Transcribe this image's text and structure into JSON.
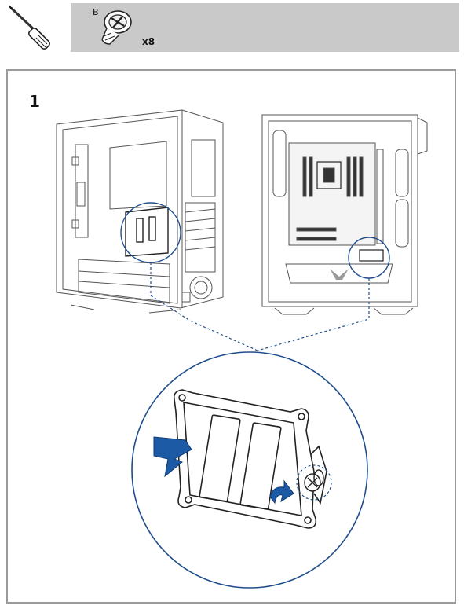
{
  "header": {
    "screw_letter": "B",
    "screw_quantity": "x8"
  },
  "step": {
    "number": "1"
  },
  "colors": {
    "tool_bar_bg": "#c9c9c9",
    "frame_border": "#9a9a9a",
    "callout_blue": "#1f4e8c",
    "arrow_blue": "#1d5aa6"
  }
}
